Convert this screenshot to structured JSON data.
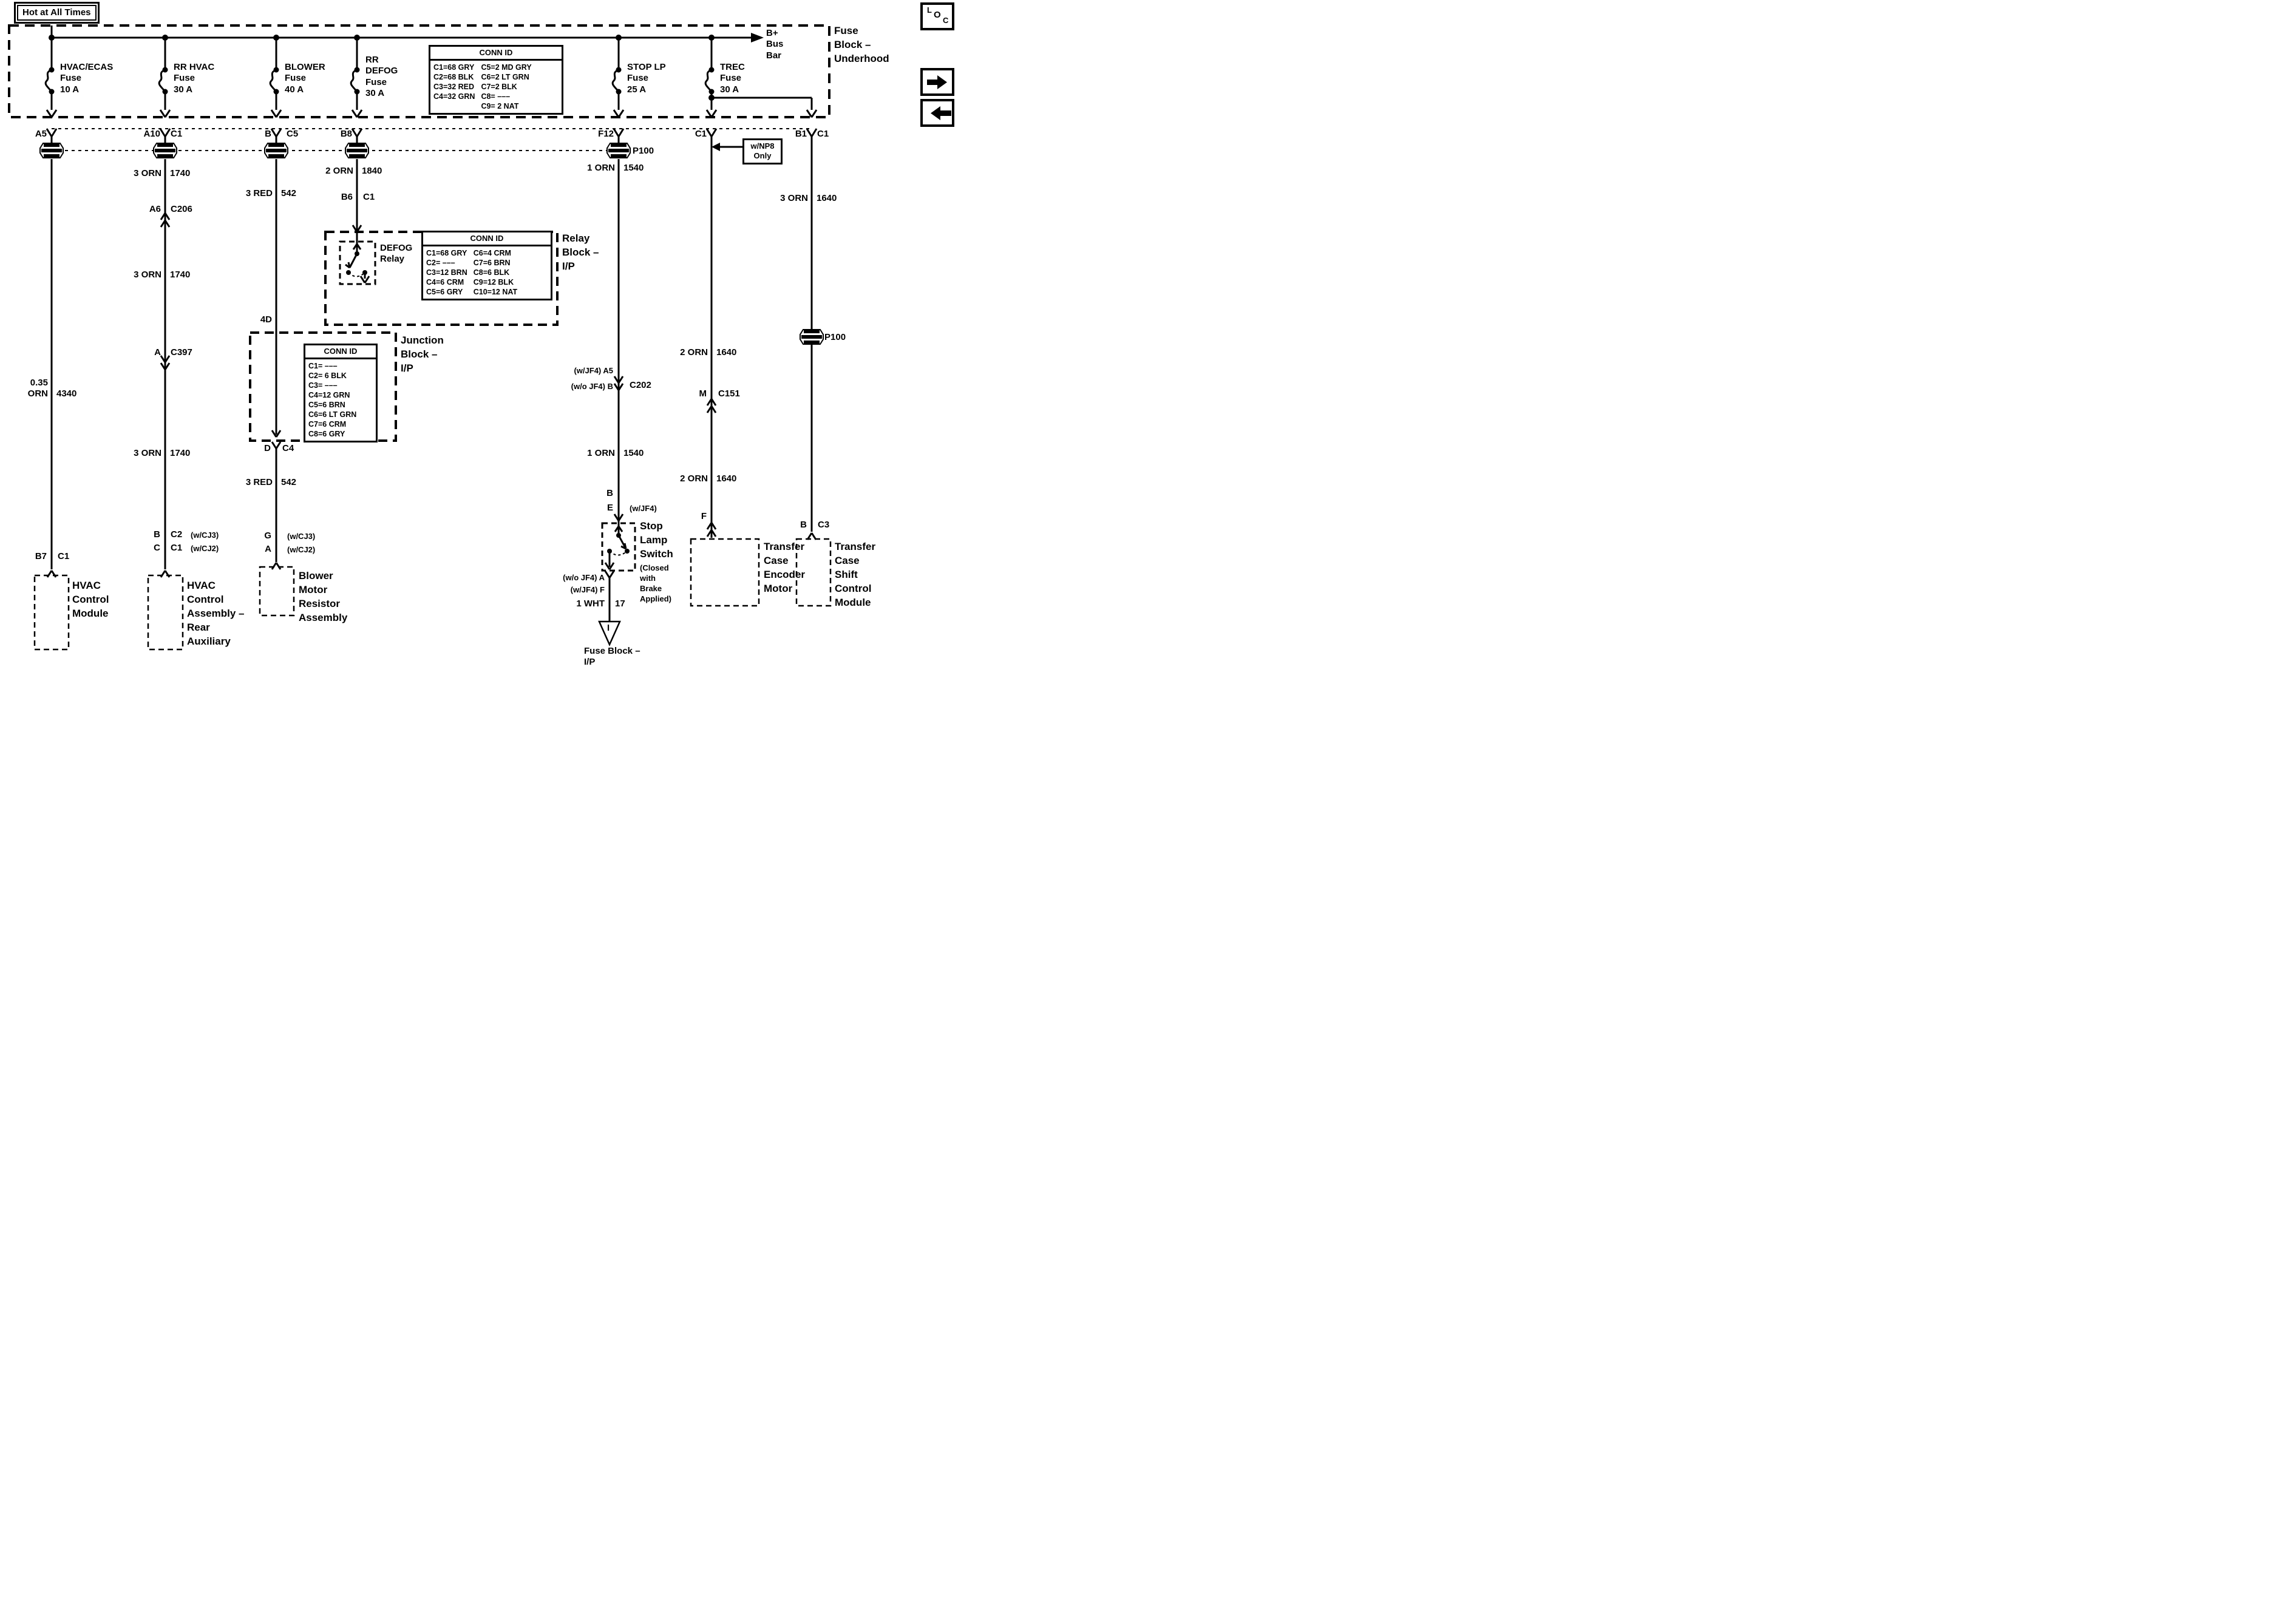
{
  "title_box": "Hot at All Times",
  "fuse_block": {
    "label": [
      "Fuse",
      "Block –",
      "Underhood"
    ],
    "bus_label": [
      "B+",
      "Bus",
      "Bar"
    ],
    "fuses": [
      {
        "label": [
          "HVAC/ECAS",
          "Fuse",
          "10 A"
        ]
      },
      {
        "label": [
          "RR HVAC",
          "Fuse",
          "30 A"
        ]
      },
      {
        "label": [
          "BLOWER",
          "Fuse",
          "40 A"
        ]
      },
      {
        "label": [
          "RR",
          "DEFOG",
          "Fuse",
          "30 A"
        ]
      },
      {
        "label": [
          "STOP LP",
          "Fuse",
          "25 A"
        ]
      },
      {
        "label": [
          "TREC",
          "Fuse",
          "30 A"
        ]
      }
    ]
  },
  "conn_id_top": {
    "title": "CONN ID",
    "col_a": [
      "C1=68 GRY",
      "C2=68 BLK",
      "C3=32 RED",
      "C4=32 GRN"
    ],
    "col_b": [
      "C5=2 MD GRY",
      "C6=2 LT GRN",
      "C7=2 BLK",
      "C8= –––",
      "C9= 2 NAT"
    ]
  },
  "connector_row": {
    "a5": "A5",
    "a10": "A10",
    "c1_a": "C1",
    "b": "B",
    "c5": "C5",
    "b8": "B8",
    "f12": "F12",
    "c1_b": "C1",
    "b1": "B1",
    "c1_c": "C1"
  },
  "p100": "P100",
  "np8_box": [
    "w/NP8",
    "Only"
  ],
  "wires": {
    "orn035_4340": {
      "gauge": [
        "0.35",
        "ORN"
      ],
      "circuit": "4340"
    },
    "orn3_1740": {
      "gauge": "3 ORN",
      "circuit": "1740"
    },
    "red3_542": {
      "gauge": "3 RED",
      "circuit": "542"
    },
    "orn2_1840": {
      "gauge": "2 ORN",
      "circuit": "1840"
    },
    "orn1_1540": {
      "gauge": "1 ORN",
      "circuit": "1540"
    },
    "orn2_1640": {
      "gauge": "2 ORN",
      "circuit": "1640"
    },
    "orn3_1640": {
      "gauge": "3 ORN",
      "circuit": "1640"
    },
    "wht1_17": {
      "gauge": "1 WHT",
      "circuit": "17"
    }
  },
  "inline_connectors": {
    "a6": "A6",
    "c206": "C206",
    "a": "A",
    "c397": "C397",
    "c202": "C202",
    "c202_jf4": "(w/JF4) A5",
    "c202_no_jf4": "(w/o JF4) B",
    "m": "M",
    "c151": "C151"
  },
  "relay_block": {
    "label": [
      "Relay",
      "Block –",
      "I/P"
    ],
    "relay_label": [
      "DEFOG",
      "Relay"
    ],
    "pin_b6": "B6",
    "pin_c1": "C1",
    "conn_id": {
      "title": "CONN ID",
      "col_a": [
        "C1=68 GRY",
        "C2= –––",
        "C3=12 BRN",
        "C4=6 CRM",
        "C5=6 GRY"
      ],
      "col_b": [
        "C6=4 CRM",
        "C7=6 BRN",
        "C8=6 BLK",
        "C9=12 BLK",
        "C10=12 NAT"
      ]
    }
  },
  "junction_block": {
    "label": [
      "Junction",
      "Block –",
      "I/P"
    ],
    "pin_4d": "4D",
    "pin_d": "D",
    "pin_c4": "C4",
    "conn_id": {
      "title": "CONN ID",
      "rows": [
        "C1= –––",
        "C2= 6 BLK",
        "C3= –––",
        "C4=12 GRN",
        "C5=6 BRN",
        "C6=6 LT GRN",
        "C7=6 CRM",
        "C8=6 GRY"
      ]
    }
  },
  "stop_lamp_switch": {
    "label": [
      "Stop",
      "Lamp",
      "Switch"
    ],
    "note": [
      "(Closed",
      "with",
      "Brake",
      "Applied)"
    ],
    "pin_b": "B",
    "pin_e": "E",
    "pin_e_note": "(w/JF4)",
    "out_pin_a": "(w/o JF4) A",
    "out_pin_f": "(w/JF4) F",
    "dest_symbol": "I",
    "dest_label": [
      "Fuse Block –",
      "I/P"
    ]
  },
  "modules": {
    "hvac_control_module": {
      "label": [
        "HVAC",
        "Control",
        "Module"
      ],
      "pin_b7": "B7",
      "pin_c1": "C1"
    },
    "hvac_control_assembly": {
      "label": [
        "HVAC",
        "Control",
        "Assembly –",
        "Rear",
        "Auxiliary"
      ],
      "pin_b": "B",
      "pin_c2": "C2",
      "note_cj3": "(w/CJ3)",
      "pin_c": "C",
      "pin_c1": "C1",
      "note_cj2": "(w/CJ2)"
    },
    "blower_resistor": {
      "label": [
        "Blower",
        "Motor",
        "Resistor",
        "Assembly"
      ],
      "pin_g": "G",
      "note_cj3": "(w/CJ3)",
      "pin_a": "A",
      "note_cj2": "(w/CJ2)"
    },
    "tc_encoder_motor": {
      "label": [
        "Transfer",
        "Case",
        "Encoder",
        "Motor"
      ],
      "pin_f": "F"
    },
    "tc_shift_module": {
      "label": [
        "Transfer",
        "Case",
        "Shift",
        "Control",
        "Module"
      ],
      "pin_b": "B",
      "pin_c3": "C3"
    }
  },
  "corner_icons": {
    "loc": [
      "L",
      "O",
      "C"
    ]
  }
}
